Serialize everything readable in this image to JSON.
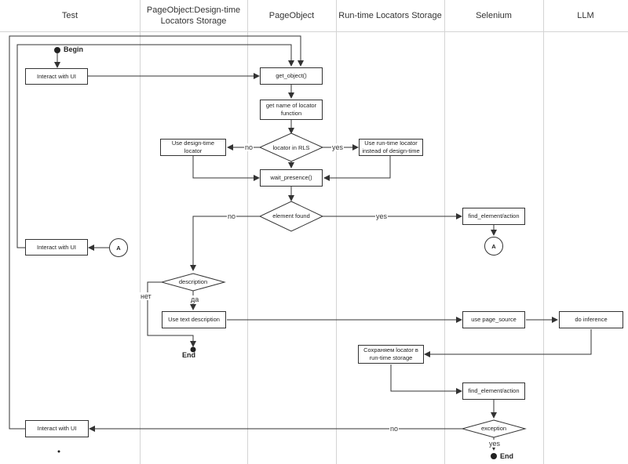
{
  "lanes": [
    "Test",
    "PageObject:Design-time Locators Storage",
    "PageObject",
    "Run-time Locators Storage",
    "Selenium",
    "LLM"
  ],
  "nodes": {
    "begin": "Begin",
    "interact1": "Interact with UI",
    "get_object": "get_object()",
    "get_name": "get name of locator function",
    "decision_rls": "locator in RLS",
    "use_design": "Use design-time locator",
    "use_runtime": "Use run-time locator instead of design-time",
    "wait_presence": "wait_presence()",
    "decision_found": "element found",
    "find_element1": "find_element/action",
    "connector_a": "A",
    "interact2": "Interact with UI",
    "decision_desc": "description",
    "use_text": "Use text description",
    "end1": "End",
    "use_page_source": "use page_source",
    "do_inference": "do inference",
    "save_locator": "Сохраняем locator в run-time storage",
    "find_element2": "find_element/action",
    "decision_exception": "exception",
    "interact3": "Interact with UI",
    "end2": "End"
  },
  "edge_labels": {
    "no": "no",
    "yes": "yes",
    "net": "нет",
    "da": "да"
  }
}
